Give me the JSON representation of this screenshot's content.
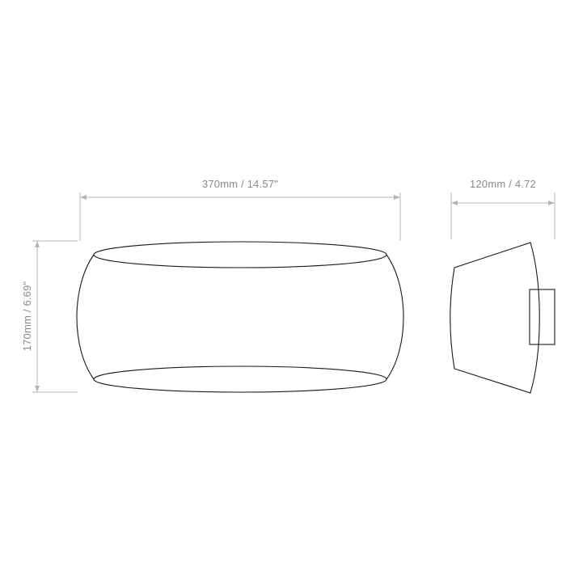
{
  "dimensions": {
    "width_label": "370mm / 14.57\"",
    "height_label": "170mm / 6.69\"",
    "depth_label": "120mm / 4.72"
  },
  "colors": {
    "outline": "#1a1a1a",
    "dimension_lines": "#b5b5b5",
    "dimension_text": "#8a8a8a",
    "background": "#ffffff"
  }
}
